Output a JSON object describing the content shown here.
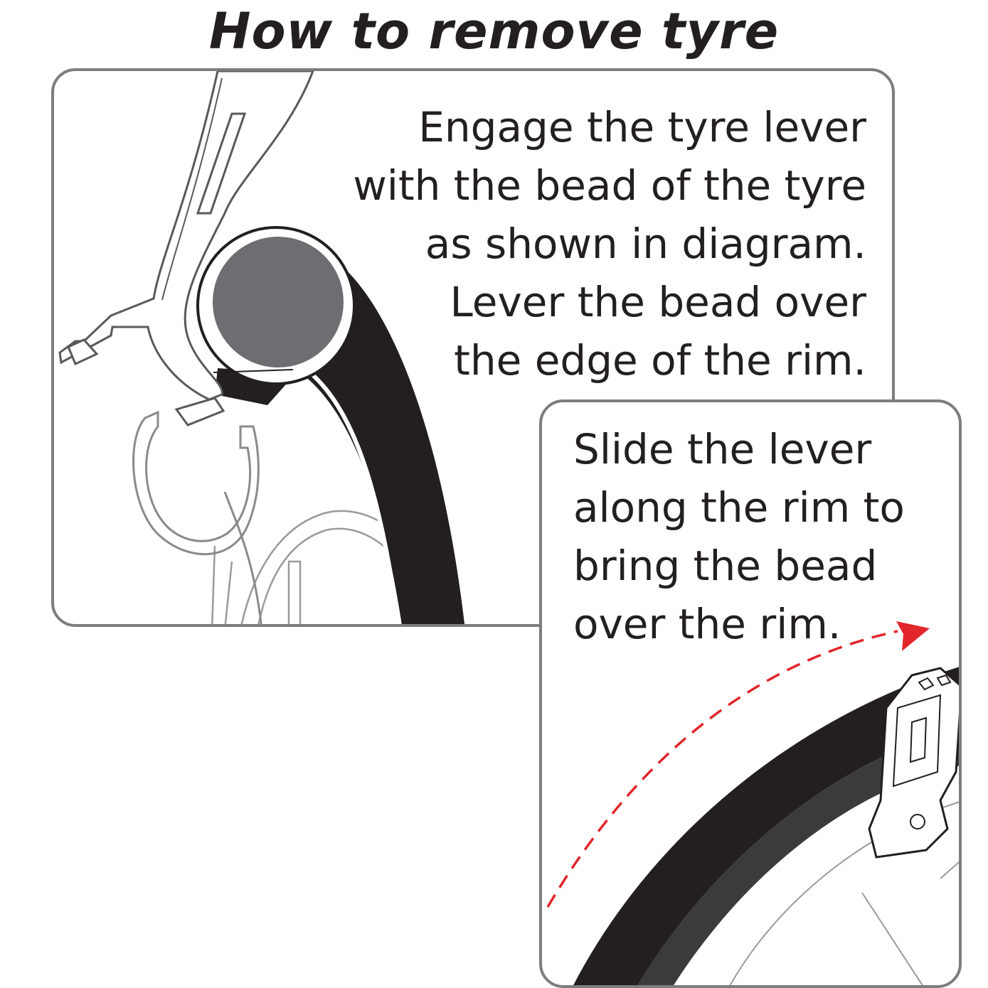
{
  "title": "How to remove tyre",
  "panel_1": {
    "lines": [
      "Engage the tyre lever",
      "with the bead of the tyre",
      "as shown in diagram.",
      "Lever the bead over",
      "the edge of the rim."
    ]
  },
  "panel_2": {
    "lines": [
      "Slide the lever",
      "along the rim to",
      "bring the bead",
      "over the rim."
    ]
  },
  "colors": {
    "tyre": "#231f20",
    "inner_tube": "#6d6e71",
    "panel_border": "#7d7d7d",
    "arrow": "#e2262b",
    "line_art": "#58595b"
  },
  "icons": {
    "panel_1_art": "tyre-lever-cross-section-illustration",
    "panel_2_art": "lever-sliding-along-rim-illustration",
    "direction": "dashed-curved-arrow-icon"
  }
}
